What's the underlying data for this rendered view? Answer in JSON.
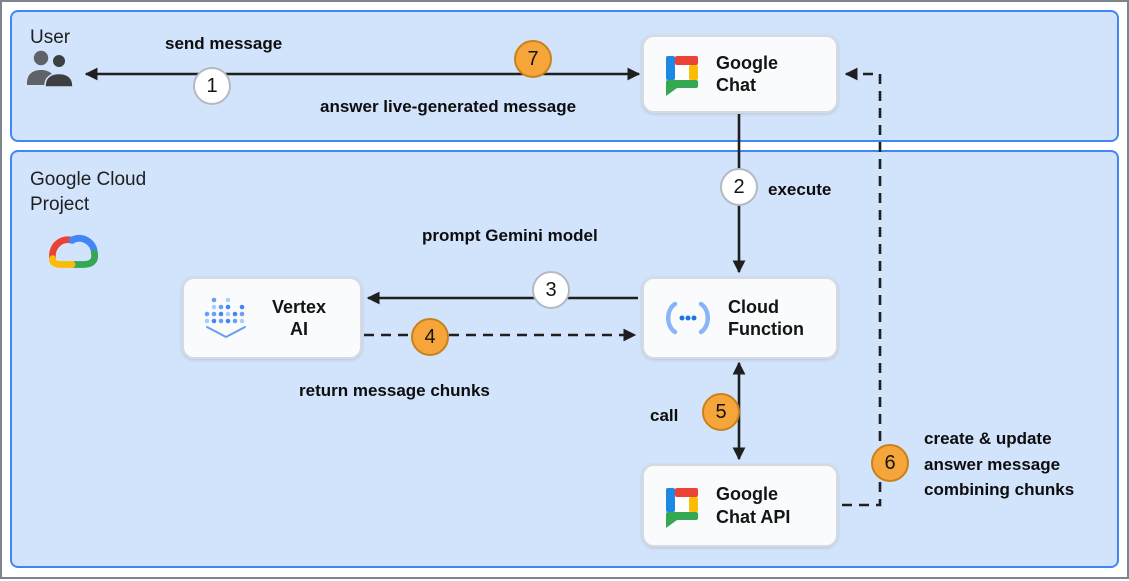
{
  "zones": {
    "user": {
      "label": "User"
    },
    "gcp": {
      "label": "Google Cloud\nProject"
    }
  },
  "nodes": {
    "google_chat": {
      "label": "Google Chat"
    },
    "vertex_ai": {
      "label": "Vertex AI"
    },
    "cloud_function": {
      "label": "Cloud Function"
    },
    "google_chat_api": {
      "label": "Google Chat API"
    }
  },
  "steps": {
    "s1": {
      "num": "1",
      "label": "send message"
    },
    "s2": {
      "num": "2",
      "label": "execute"
    },
    "s3": {
      "num": "3",
      "label": "prompt Gemini model"
    },
    "s4": {
      "num": "4",
      "label": "return message chunks"
    },
    "s5": {
      "num": "5",
      "label": "call"
    },
    "s6": {
      "num": "6",
      "label": "create & update\nanswer message\ncombining chunks"
    },
    "s7": {
      "num": "7",
      "label": "answer live-generated message"
    }
  },
  "icons": {
    "user": "user-people-icon",
    "google_cloud": "google-cloud-logo",
    "google_chat": "google-chat-logo",
    "vertex_ai": "vertex-ai-icon",
    "cloud_function": "cloud-functions-icon"
  },
  "colors": {
    "zone_fill": "#d2e3fc",
    "zone_border": "#4285f4",
    "node_fill": "#fafbfc",
    "node_border": "#d7dbe0",
    "step_white": "#ffffff",
    "step_orange": "#f6a53b",
    "arrow": "#1f1f1f",
    "google_blue": "#4285f4",
    "google_red": "#ea4335",
    "google_yellow": "#fbbc04",
    "google_green": "#34a853"
  }
}
